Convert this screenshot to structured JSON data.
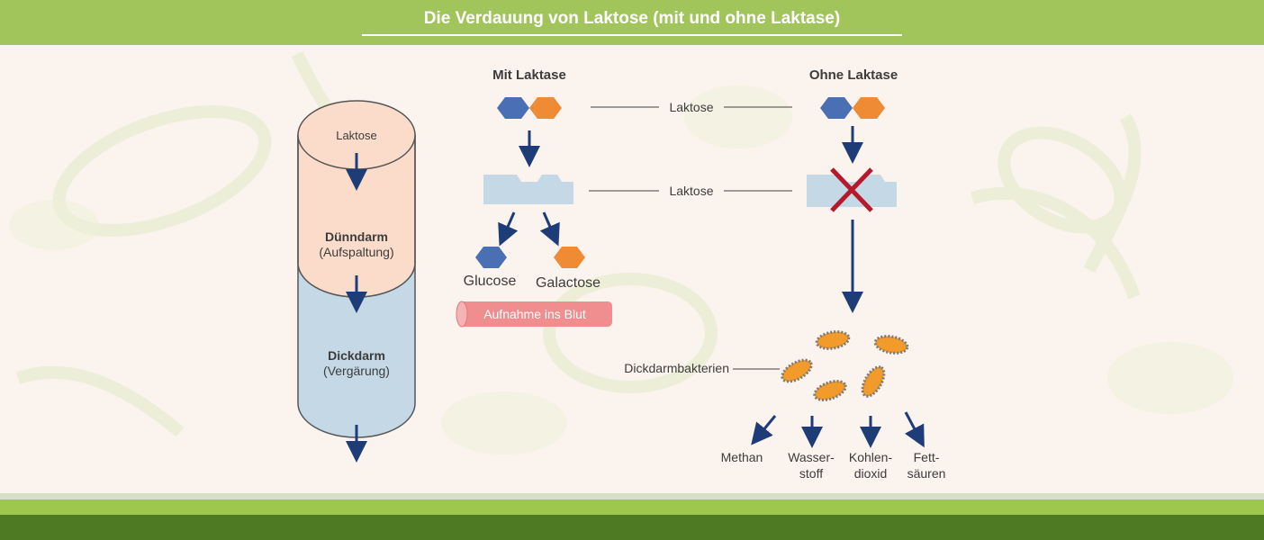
{
  "title": "Die Verdauung von Laktose (mit und ohne Laktase)",
  "column": {
    "top_label": "Laktose",
    "small_intestine": {
      "name": "Dünndarm",
      "detail": "(Aufspaltung)"
    },
    "large_intestine": {
      "name": "Dickdarm",
      "detail": "(Vergärung)"
    }
  },
  "with_lactase": {
    "heading": "Mit Laktase",
    "products": [
      "Glucose",
      "Galactose"
    ],
    "absorption": "Aufnahme ins Blut"
  },
  "without_lactase": {
    "heading": "Ohne Laktase",
    "bacteria_label": "Dickdarmbakterien",
    "products": [
      {
        "line1": "Methan",
        "line2": ""
      },
      {
        "line1": "Wasser-",
        "line2": "stoff"
      },
      {
        "line1": "Kohlen-",
        "line2": "dioxid"
      },
      {
        "line1": "Fett-",
        "line2": "säuren"
      }
    ]
  },
  "connectors": {
    "row1": "Laktose",
    "row2": "Laktose"
  },
  "colors": {
    "header": "#a1c55b",
    "footer_dark": "#4e7a23",
    "glucose_blue": "#4a6fb5",
    "galactose_orange": "#ef8a35",
    "arrow_navy": "#1d3c78",
    "small_intestine": "#fbdccb",
    "large_intestine": "#c4d8e6",
    "blood_vessel": "#ef8d8f",
    "cross_red": "#b5192b",
    "enzyme_blue": "#c4d8e6"
  }
}
